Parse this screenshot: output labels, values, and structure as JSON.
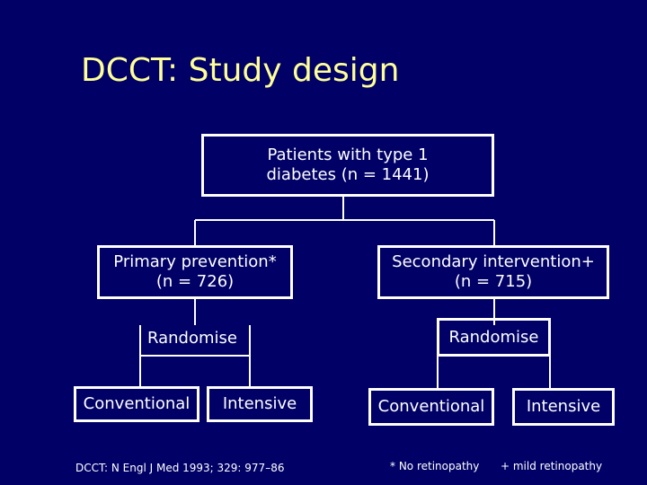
{
  "title": "DCCT: Study design",
  "nodes": {
    "root": {
      "line1": "Patients with type 1",
      "line2": "diabetes (n = 1441)"
    },
    "primary": {
      "line1": "Primary prevention*",
      "line2": "(n = 726)"
    },
    "secondary": {
      "line1": "Secondary intervention+",
      "line2": "(n = 715)"
    },
    "randomise_left": "Randomise",
    "randomise_right": "Randomise",
    "conventional_left": "Conventional",
    "intensive_left": "Intensive",
    "conventional_right": "Conventional",
    "intensive_right": "Intensive"
  },
  "footnotes": {
    "citation": "DCCT: N Engl J Med 1993; 329: 977–86",
    "no_retinopathy": "* No retinopathy",
    "mild_retinopathy": "+ mild retinopathy"
  },
  "colors": {
    "background": "#000066",
    "title": "#ffff99",
    "lines": "#ffffff"
  }
}
